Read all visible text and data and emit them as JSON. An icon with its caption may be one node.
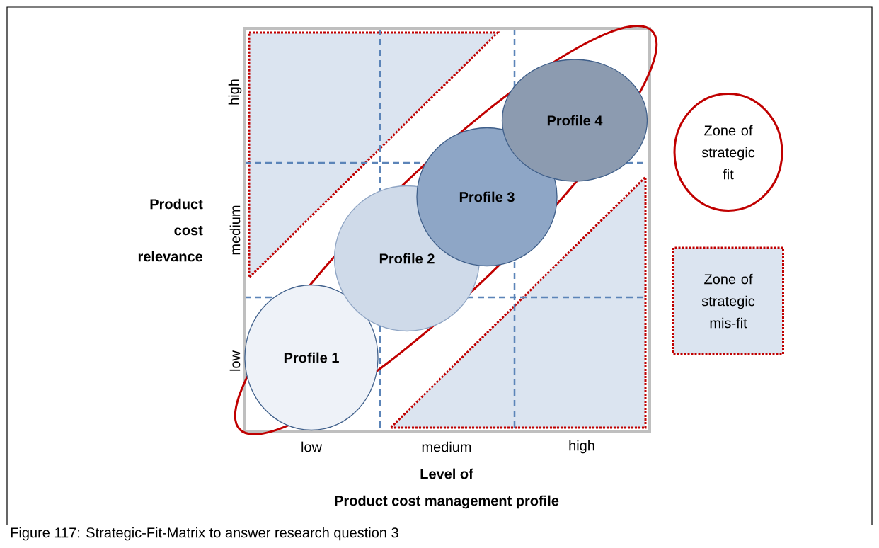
{
  "diagram": {
    "caption": "Figure 117: Strategic-Fit-Matrix to answer research question 3",
    "nodes": [
      {
        "text": [
          "Profile 1"
        ]
      },
      {
        "text": [
          "Profile 2"
        ]
      },
      {
        "text": [
          "Profile 3"
        ]
      },
      {
        "text": [
          "Profile 4"
        ]
      },
      {
        "text": [
          "Zone of strategic fit"
        ]
      },
      {
        "text": [
          "Zone of strategic mis-fit"
        ]
      }
    ],
    "labels": [
      "high",
      "Product cost relevance",
      "medium",
      "low",
      "low",
      "medium",
      "high",
      "Level of",
      "Product cost management profile"
    ]
  }
}
